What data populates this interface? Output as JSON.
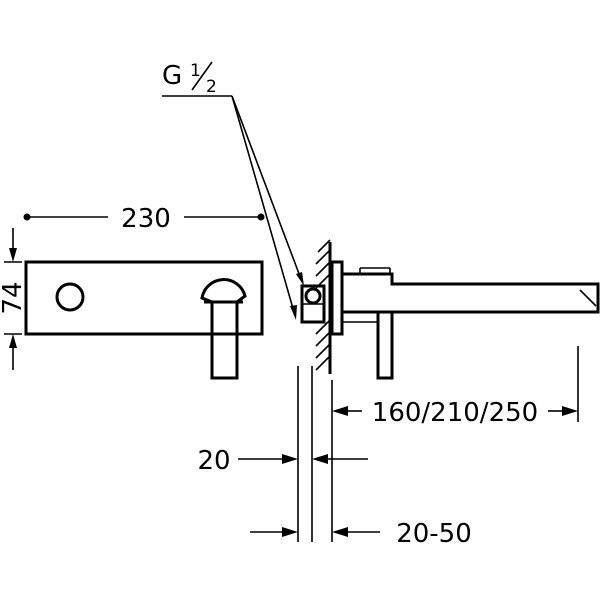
{
  "thread_label": "G",
  "thread_fraction_top": "1",
  "thread_fraction_bottom": "2",
  "dim_width": "230",
  "dim_height": "74",
  "dim_spout_length": "160/210/250",
  "dim_plate": "20",
  "dim_wall_range": "20-50",
  "colors": {
    "line": "#000000",
    "background": "#ffffff"
  }
}
